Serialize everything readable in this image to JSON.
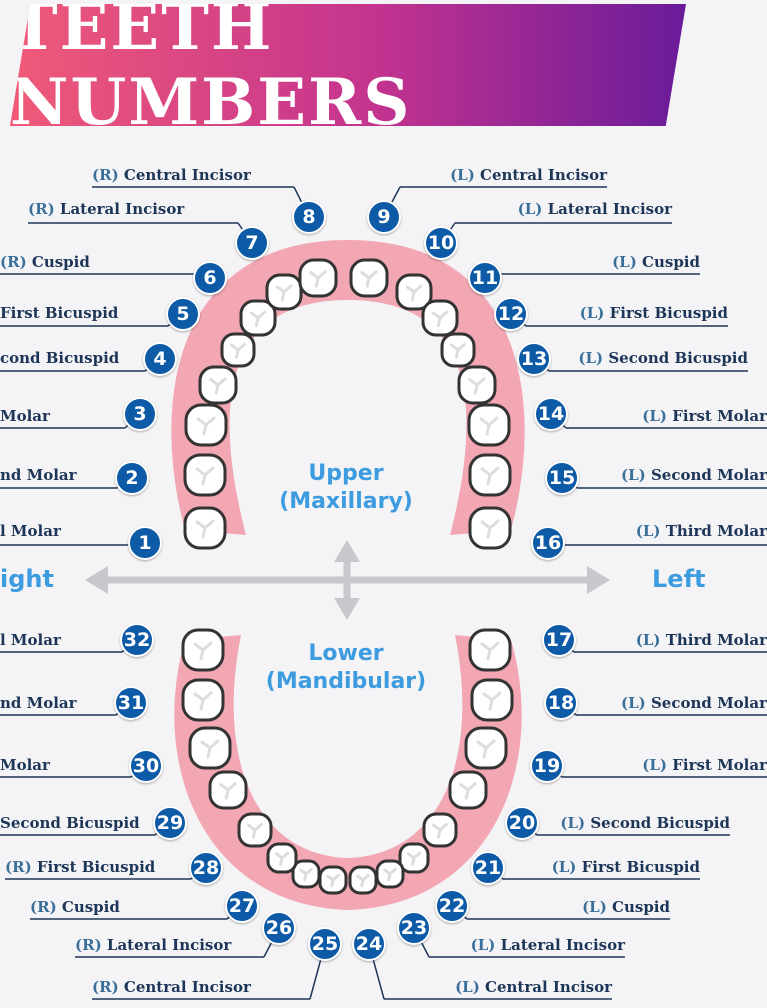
{
  "title": "TEETH NUMBERS",
  "upper_label": {
    "line1": "Upper",
    "line2": "(Maxillary)"
  },
  "lower_label": {
    "line1": "Lower",
    "line2": "(Mandibular)"
  },
  "right_label": "ight",
  "left_label": "Left",
  "colors": {
    "gum": "#f2a7b3",
    "badge": "#0d5aa7",
    "accent": "#3d9be0",
    "banner_start": "#f05a78",
    "banner_end": "#6a1b9a"
  },
  "teeth": [
    {
      "num": "1",
      "side": "",
      "name": "l Molar"
    },
    {
      "num": "2",
      "side": "",
      "name": "nd Molar"
    },
    {
      "num": "3",
      "side": "",
      "name": "Molar"
    },
    {
      "num": "4",
      "side": "",
      "name": "cond Bicuspid"
    },
    {
      "num": "5",
      "side": "",
      "name": "First Bicuspid"
    },
    {
      "num": "6",
      "side": "(R)",
      "name": "Cuspid"
    },
    {
      "num": "7",
      "side": "(R)",
      "name": "Lateral Incisor"
    },
    {
      "num": "8",
      "side": "(R)",
      "name": "Central Incisor"
    },
    {
      "num": "9",
      "side": "(L)",
      "name": "Central Incisor"
    },
    {
      "num": "10",
      "side": "(L)",
      "name": "Lateral Incisor"
    },
    {
      "num": "11",
      "side": "(L)",
      "name": "Cuspid"
    },
    {
      "num": "12",
      "side": "(L)",
      "name": "First Bicuspid"
    },
    {
      "num": "13",
      "side": "(L)",
      "name": "Second Bicuspid"
    },
    {
      "num": "14",
      "side": "(L)",
      "name": "First Molar"
    },
    {
      "num": "15",
      "side": "(L)",
      "name": "Second Molar"
    },
    {
      "num": "16",
      "side": "(L)",
      "name": "Third Molar"
    },
    {
      "num": "17",
      "side": "(L)",
      "name": "Third Molar"
    },
    {
      "num": "18",
      "side": "(L)",
      "name": "Second Molar"
    },
    {
      "num": "19",
      "side": "(L)",
      "name": "First Molar"
    },
    {
      "num": "20",
      "side": "(L)",
      "name": "Second Bicuspid"
    },
    {
      "num": "21",
      "side": "(L)",
      "name": "First Bicuspid"
    },
    {
      "num": "22",
      "side": "(L)",
      "name": "Cuspid"
    },
    {
      "num": "23",
      "side": "(L)",
      "name": "Lateral Incisor"
    },
    {
      "num": "24",
      "side": "(L)",
      "name": "Central Incisor"
    },
    {
      "num": "25",
      "side": "(R)",
      "name": "Central Incisor"
    },
    {
      "num": "26",
      "side": "(R)",
      "name": "Lateral Incisor"
    },
    {
      "num": "27",
      "side": "(R)",
      "name": "Cuspid"
    },
    {
      "num": "28",
      "side": "(R)",
      "name": "First Bicuspid"
    },
    {
      "num": "29",
      "side": "",
      "name": "Second Bicuspid"
    },
    {
      "num": "30",
      "side": "",
      "name": "Molar"
    },
    {
      "num": "31",
      "side": "",
      "name": "nd Molar"
    },
    {
      "num": "32",
      "side": "",
      "name": "l Molar"
    }
  ]
}
